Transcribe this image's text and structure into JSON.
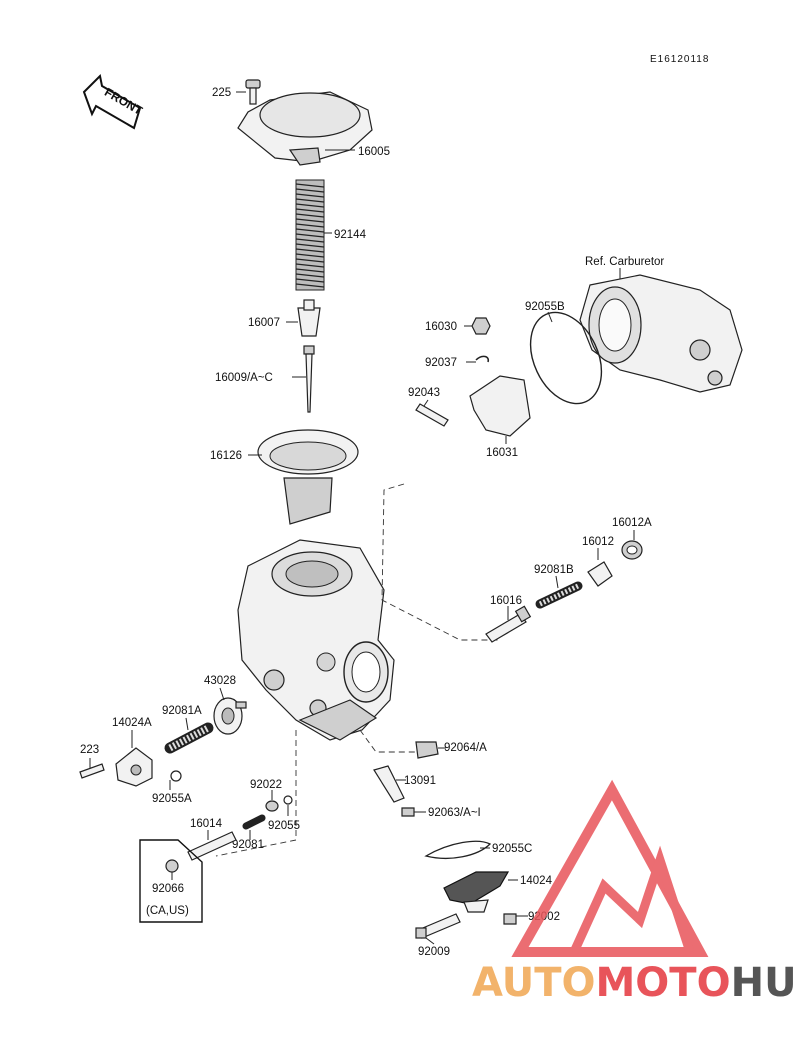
{
  "diagram_code": "E16120118",
  "front_arrow": "FRONT",
  "ref_label": "Ref. Carburetor",
  "region_note": "(CA,US)",
  "watermark": {
    "auto": "AUTO",
    "moto": "MOTO",
    "hub": "HUB",
    "colors": {
      "auto": "#f2b36b",
      "moto": "#e8545a",
      "hub": "#555555",
      "logo": "#e8545a"
    }
  },
  "parts": {
    "p225": "225",
    "p16005": "16005",
    "p92144": "92144",
    "p16007": "16007",
    "p16009": "16009/A~C",
    "p16126": "16126",
    "p16030": "16030",
    "p92037": "92037",
    "p92043": "92043",
    "p16031": "16031",
    "p92055B": "92055B",
    "p16012A": "16012A",
    "p16012": "16012",
    "p92081B": "92081B",
    "p16016": "16016",
    "p43028": "43028",
    "p14024A": "14024A",
    "p92081A": "92081A",
    "p223": "223",
    "p92055A": "92055A",
    "p92022": "92022",
    "p92055": "92055",
    "p16014": "16014",
    "p92081": "92081",
    "p92066": "92066",
    "p92064": "92064/A",
    "p13091": "13091",
    "p92063": "92063/A~I",
    "p92055C": "92055C",
    "p14024": "14024",
    "p92002": "92002",
    "p92009": "92009"
  }
}
